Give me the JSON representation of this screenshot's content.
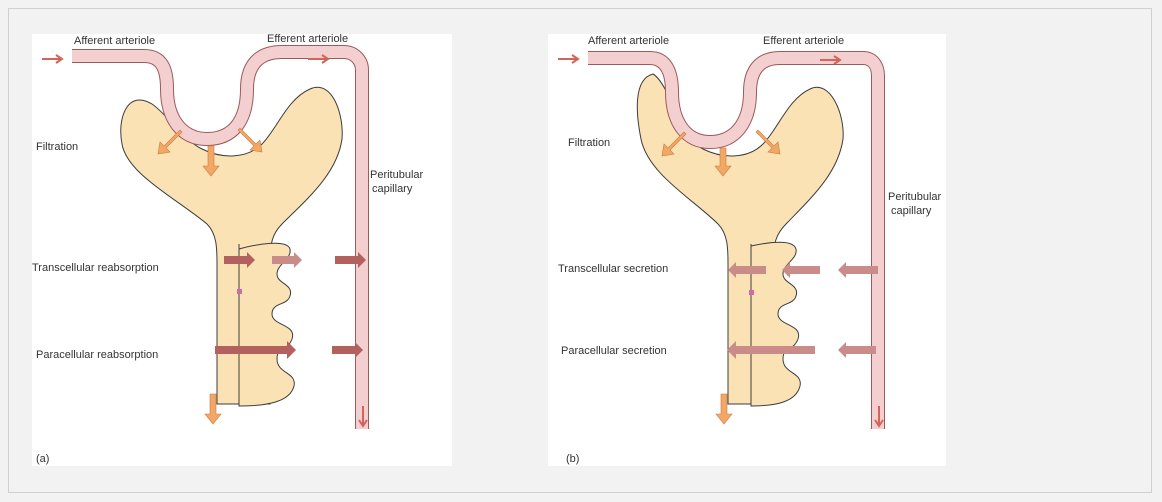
{
  "panels": {
    "a": {
      "afferent_label": "Afferent arteriole",
      "efferent_label": "Efferent arteriole",
      "filtration_label": "Filtration",
      "peritubular_line1": "Peritubular",
      "peritubular_line2": "capillary",
      "transcellular_label": "Transcellular reabsorption",
      "paracellular_label": "Paracellular reabsorption",
      "panel_letter": "(a)"
    },
    "b": {
      "afferent_label": "Afferent arteriole",
      "efferent_label": "Efferent arteriole",
      "filtration_label": "Filtration",
      "peritubular_line1": "Peritubular",
      "peritubular_line2": "capillary",
      "transcellular_label": "Transcellular secretion",
      "paracellular_label": "Paracellular secretion",
      "panel_letter": "(b)"
    }
  },
  "colors": {
    "tubule_fill": "#fbe2b4",
    "capillary_fill": "#f3cfcf",
    "capillary_stroke": "#9c5a5a",
    "flow_arrow": "#d2645a",
    "filtration_arrow": "#f2a766",
    "transport_arrow": "#b3615e",
    "junction": "#d06aa8"
  },
  "icons": {
    "filtration_arrows": "wide-hollow-arrow",
    "transport_arrows": "block-arrow"
  }
}
